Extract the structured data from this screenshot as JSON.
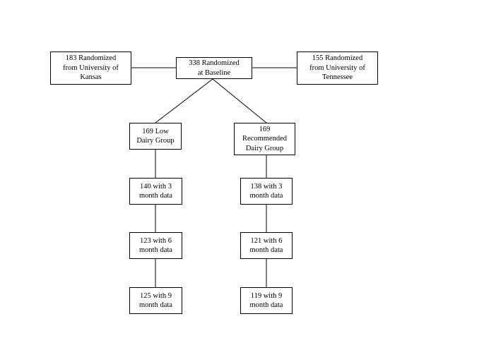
{
  "top_row": {
    "left": [
      "183 Randomized",
      "from University of",
      "Kansas"
    ],
    "center": [
      "338 Randomized",
      "at Baseline"
    ],
    "right": [
      "155 Randomized",
      "from University of",
      "Tennessee"
    ]
  },
  "low_dairy": {
    "group": [
      "169 Low",
      "Dairy Group"
    ],
    "month3": [
      "140 with 3",
      "month data"
    ],
    "month6": [
      "123 with 6",
      "month data"
    ],
    "month9": [
      "125 with 9",
      "month data"
    ]
  },
  "recommended_dairy": {
    "group": [
      "169",
      "Recommended",
      "Dairy Group"
    ],
    "month3": [
      "138 with 3",
      "month data"
    ],
    "month6": [
      "121 with 6",
      "month data"
    ],
    "month9": [
      "119 with 9",
      "month data"
    ]
  }
}
